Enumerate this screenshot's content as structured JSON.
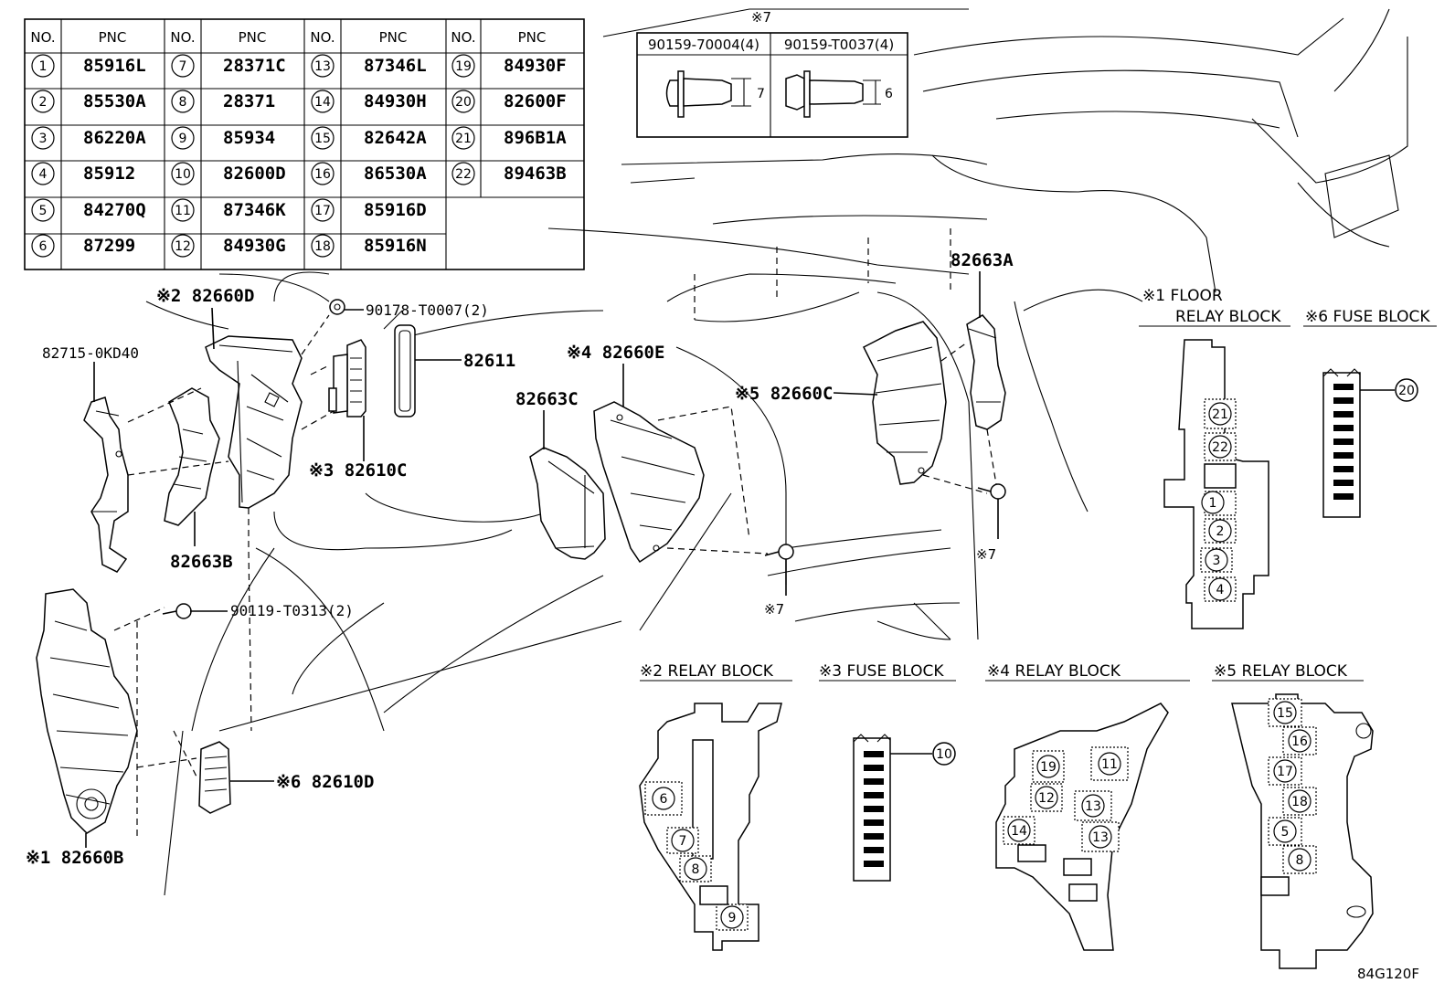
{
  "table": {
    "header_no": "NO.",
    "header_pnc": "PNC",
    "rows": [
      [
        {
          "no": "1",
          "pnc": "85916L"
        },
        {
          "no": "7",
          "pnc": "28371C"
        },
        {
          "no": "13",
          "pnc": "87346L"
        },
        {
          "no": "19",
          "pnc": "84930F"
        }
      ],
      [
        {
          "no": "2",
          "pnc": "85530A"
        },
        {
          "no": "8",
          "pnc": "28371"
        },
        {
          "no": "14",
          "pnc": "84930H"
        },
        {
          "no": "20",
          "pnc": "82600F"
        }
      ],
      [
        {
          "no": "3",
          "pnc": "86220A"
        },
        {
          "no": "9",
          "pnc": "85934"
        },
        {
          "no": "15",
          "pnc": "82642A"
        },
        {
          "no": "21",
          "pnc": "896B1A"
        }
      ],
      [
        {
          "no": "4",
          "pnc": "85912"
        },
        {
          "no": "10",
          "pnc": "82600D"
        },
        {
          "no": "16",
          "pnc": "86530A"
        },
        {
          "no": "22",
          "pnc": "89463B"
        }
      ],
      [
        {
          "no": "5",
          "pnc": "84270Q"
        },
        {
          "no": "11",
          "pnc": "87346K"
        },
        {
          "no": "17",
          "pnc": "85916D"
        }
      ],
      [
        {
          "no": "6",
          "pnc": "87299"
        },
        {
          "no": "12",
          "pnc": "84930G"
        },
        {
          "no": "18",
          "pnc": "85916N"
        }
      ]
    ]
  },
  "bolt_table": {
    "title": "※7",
    "col1": "90159-70004(4)",
    "col2": "90159-T0037(4)",
    "dim1": "7",
    "dim2": "6"
  },
  "callouts": {
    "c82660D": "※2 82660D",
    "c90178": "90178-T0007(2)",
    "c82611": "82611",
    "c82715": "82715-0KD40",
    "c82610C": "※3 82610C",
    "c82660E": "※4 82660E",
    "c82663C": "82663C",
    "c82660C": "※5 82660C",
    "c82663A": "82663A",
    "c82663B": "82663B",
    "c90119": "90119-T0313(2)",
    "c82610D": "※6 82610D",
    "c82660B": "※1 82660B",
    "c7a": "※7",
    "c7b": "※7"
  },
  "sections": {
    "floor_relay_1": "※1 FLOOR",
    "floor_relay_2": "RELAY BLOCK",
    "fuse6": "※6 FUSE BLOCK",
    "relay2": "※2 RELAY BLOCK",
    "fuse3": "※3 FUSE BLOCK",
    "relay4": "※4 RELAY BLOCK",
    "relay5": "※5 RELAY BLOCK"
  },
  "block_numbers": {
    "floor": [
      "21",
      "22",
      "1",
      "2",
      "3",
      "4"
    ],
    "fuse6": "20",
    "relay2": [
      "6",
      "7",
      "8",
      "9"
    ],
    "fuse3": "10",
    "relay4": [
      "19",
      "11",
      "12",
      "13",
      "14",
      "13"
    ],
    "relay5": [
      "15",
      "16",
      "17",
      "18",
      "5",
      "8"
    ]
  },
  "figure_code": "84G120F"
}
